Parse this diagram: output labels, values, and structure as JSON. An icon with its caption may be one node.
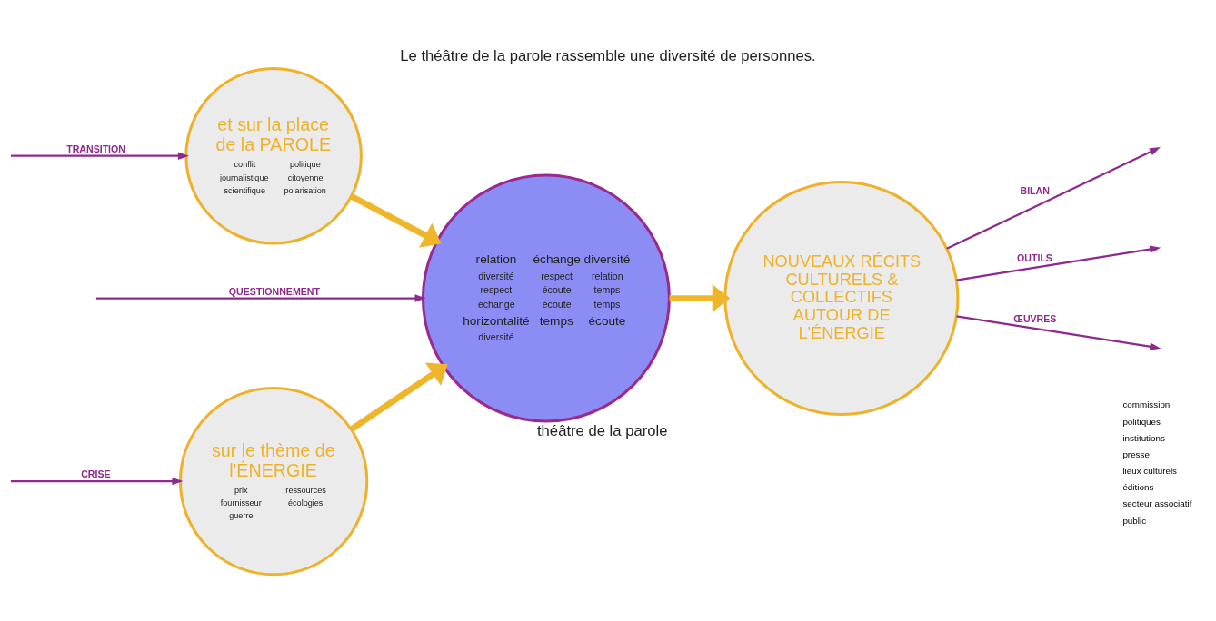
{
  "diagram": {
    "title": "Le théâtre de la parole rassemble une diversité de personnes.",
    "nodes": [
      {
        "text": [
          "sur le thème de l'ÉNERGIE",
          "prix",
          "ressources",
          "fournisseur",
          "écologies",
          "guerre"
        ]
      },
      {
        "text": [
          "et sur la place de la PAROLE",
          "conflit",
          "politique",
          "journalistique",
          "citoyenne",
          "scientifique",
          "polarisation"
        ]
      },
      {
        "text": [
          "relation",
          "échange",
          "diversité",
          "diversité",
          "respect",
          "relation",
          "respect",
          "écoute",
          "temps",
          "échange",
          "écoute",
          "temps",
          "horizontalité",
          "temps",
          "écoute",
          "diversité"
        ],
        "beside": [
          "théâtre de la parole"
        ]
      },
      {
        "text": [
          "NOUVEAUX RÉCITS CULTURELS & COLLECTIFS AUTOUR DE L'ÉNERGIE"
        ]
      }
    ],
    "edges": [
      {
        "from": null,
        "to": 0,
        "arrow": "to",
        "label": "CRISE"
      },
      {
        "from": null,
        "to": 2,
        "arrow": "to",
        "label": "QUESTIONNEMENT"
      },
      {
        "from": null,
        "to": 1,
        "arrow": "to",
        "label": "TRANSITION"
      },
      {
        "from": 0,
        "to": 2,
        "arrow": "to",
        "style": "thick",
        "color": "#f0b62b"
      },
      {
        "from": 1,
        "to": 2,
        "arrow": "to",
        "style": "thick",
        "color": "#f0b62b"
      },
      {
        "from": 2,
        "to": 3,
        "arrow": "to",
        "style": "thick",
        "color": "#f0b62b"
      },
      {
        "from": 3,
        "to": null,
        "arrow": "to",
        "label": "BILAN"
      },
      {
        "from": 3,
        "to": null,
        "arrow": "to",
        "label": "OUTILS"
      },
      {
        "from": 3,
        "to": null,
        "arrow": "to",
        "label": "ŒUVRES"
      }
    ],
    "labels": [
      "commission",
      "politiques",
      "institutions",
      "presse",
      "lieux culturels",
      "éditions",
      "secteur associatif",
      "public"
    ]
  }
}
